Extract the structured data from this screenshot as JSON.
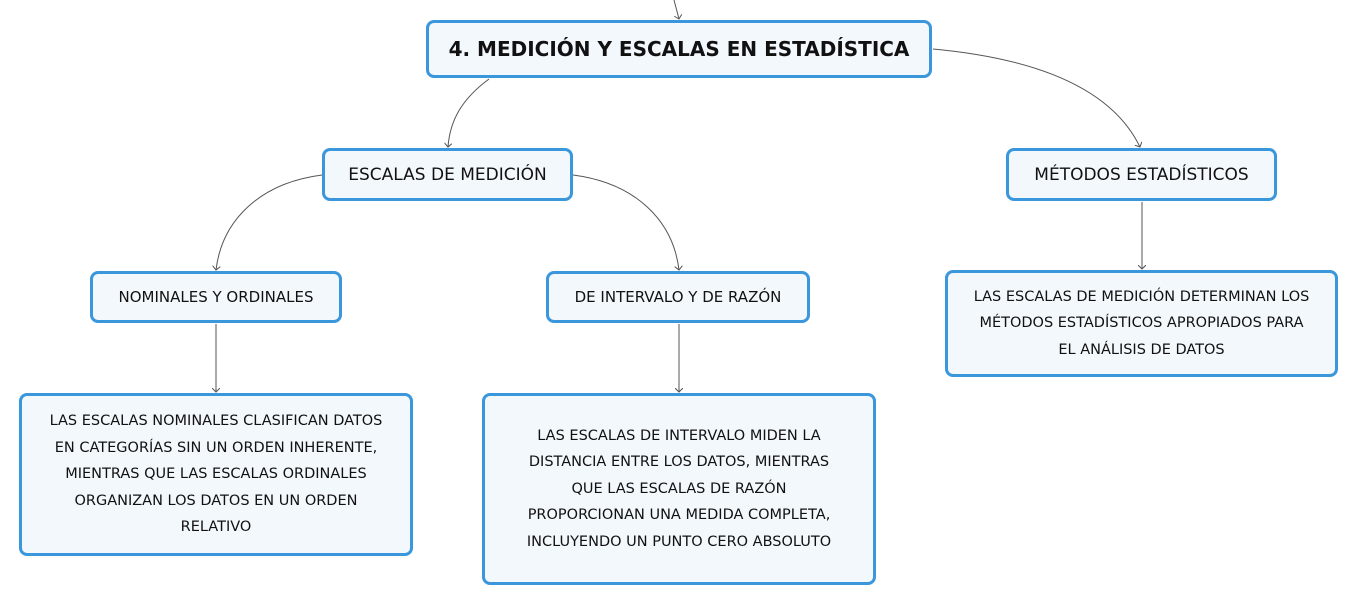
{
  "colors": {
    "node_border": "#3b97dc",
    "node_fill": "#f3f8fd",
    "connector": "#555555",
    "text": "#111111"
  },
  "root": {
    "title": "4. MEDICIÓN Y ESCALAS EN ESTADÍSTICA"
  },
  "branches": {
    "escalas": {
      "label": "ESCALAS DE MEDICIÓN",
      "children": {
        "nominales": {
          "label": "NOMINALES Y ORDINALES",
          "description_lines": [
            "LAS ESCALAS NOMINALES CLASIFICAN DATOS",
            "EN CATEGORÍAS SIN UN ORDEN INHERENTE,",
            "MIENTRAS QUE LAS ESCALAS ORDINALES",
            "ORGANIZAN LOS DATOS EN UN ORDEN",
            "RELATIVO"
          ]
        },
        "intervalo": {
          "label": "DE INTERVALO Y DE RAZÓN",
          "description_lines": [
            "LAS ESCALAS DE INTERVALO MIDEN LA",
            "DISTANCIA ENTRE LOS DATOS, MIENTRAS",
            "QUE LAS ESCALAS DE RAZÓN",
            "PROPORCIONAN UNA MEDIDA COMPLETA,",
            "INCLUYENDO UN PUNTO CERO ABSOLUTO"
          ]
        }
      }
    },
    "metodos": {
      "label": "MÉTODOS ESTADÍSTICOS",
      "description_lines": [
        "LAS ESCALAS DE MEDICIÓN DETERMINAN LOS",
        "MÉTODOS ESTADÍSTICOS APROPIADOS PARA",
        "EL ANÁLISIS DE DATOS"
      ]
    }
  }
}
